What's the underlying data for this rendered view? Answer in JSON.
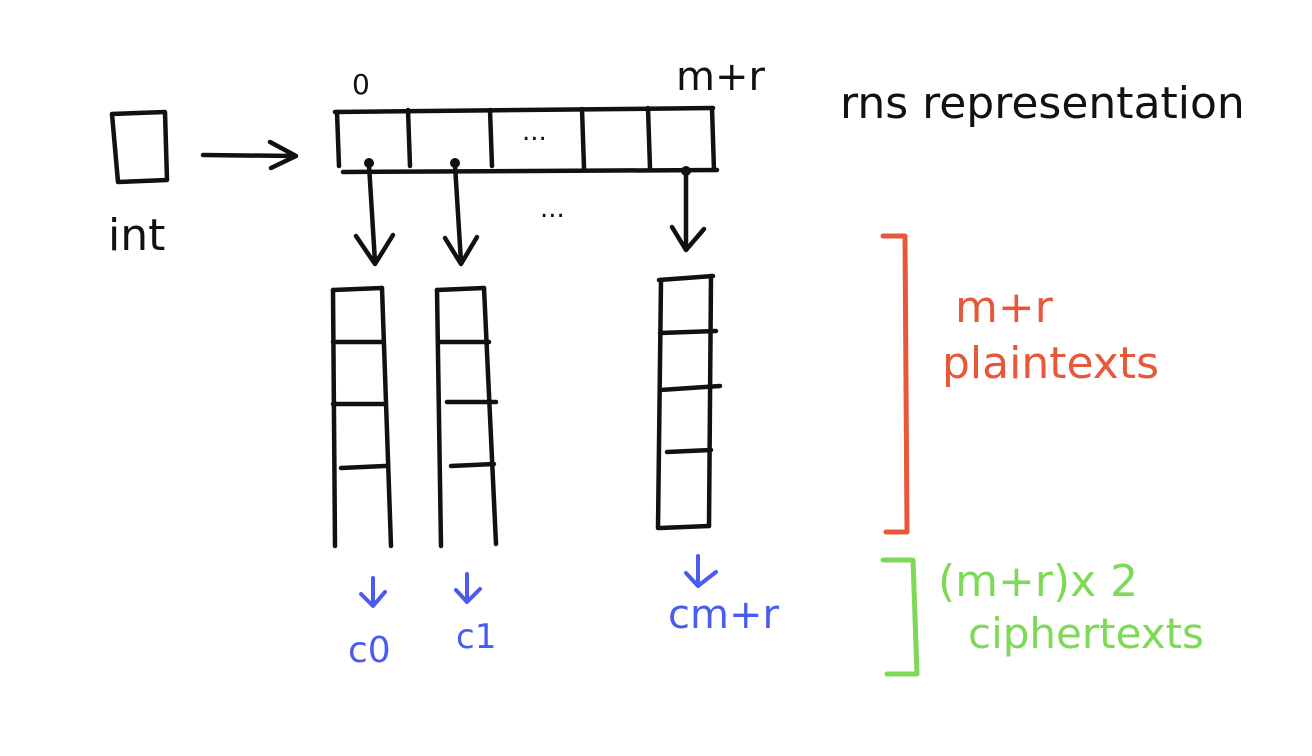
{
  "labels": {
    "int": "int",
    "index_start": "0",
    "index_end": "m+r",
    "rns": "rns representation",
    "dots_array": "...",
    "dots_arrows": "...",
    "plaintexts_line1": "m+r",
    "plaintexts_line2": "plaintexts",
    "ciphertexts_line1": "(m+r)x 2",
    "ciphertexts_line2": "ciphertexts",
    "c0": "c0",
    "c1": "c1",
    "cmr": "cm+r"
  },
  "colors": {
    "ink": "#111111",
    "red": "#e8573a",
    "green": "#7ed957",
    "blue": "#4a5cf0"
  },
  "icons": {
    "int_box": "square",
    "arrow": "right-arrow",
    "down_arrow": "down-arrow",
    "bracket": "right-bracket"
  }
}
